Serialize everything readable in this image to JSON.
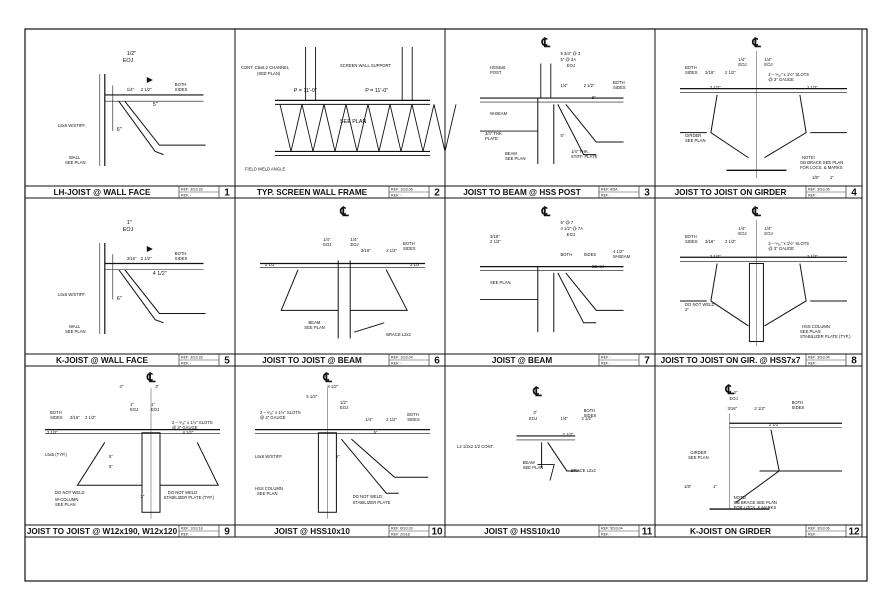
{
  "sheet": {
    "title": "Joist connection details sheet"
  },
  "details": [
    {
      "number": "1",
      "title": "LH-JOIST @ WALL FACE",
      "ref": [
        "REF: 3/S3.33",
        "REF: -"
      ],
      "kind": "wall",
      "notes": [
        "1/2\"",
        "EOJ",
        "BOTH",
        "SIDES",
        "1/4\"",
        "2 1/2\"",
        "5\"",
        "L6x6 W/STIFF.",
        "6\"",
        "WALL",
        "SEE PLAN"
      ],
      "dims": []
    },
    {
      "number": "2",
      "title": "TYP. SCREEN WALL FRAME",
      "ref": [
        "REF: 1/S3.06",
        "REF: -"
      ],
      "kind": "truss",
      "notes": [
        "CONT. C6x8.2 CHANNEL",
        "(SEE PLAN)",
        "SCREEN WALL SUPPORT",
        "P = 11'-0\"",
        "P = 11'-0\"",
        "SEE PLAN",
        "FIELD WELD ANGLE"
      ],
      "dims": []
    },
    {
      "number": "3",
      "title": "JOIST TO BEAM @ HSS POST",
      "ref": [
        "REF: 8/5A",
        "REF: -"
      ],
      "kind": "post",
      "notes": [
        "5 3/4\" @ 3",
        "5\" @ 3A",
        "EOJ",
        "HSS6x6",
        "POST",
        "1/4\"",
        "2 1/2\"",
        "BOTH",
        "SIDES",
        "5\"",
        "W-BEAM",
        "3/4\" THK.",
        "PLATE",
        "5\"",
        "BEAM",
        "SEE PLAN",
        "1/4\" THK.",
        "STIFF. PLATE"
      ],
      "dims": []
    },
    {
      "number": "4",
      "title": "JOIST TO JOIST ON GIRDER",
      "ref": [
        "REF: 3/S3.06",
        "REF: -"
      ],
      "kind": "girder",
      "notes": [
        "BOTH",
        "SIDES",
        "3/16\"",
        "2 1/2\"",
        "1/4\"",
        "EOJ",
        "1/4\"",
        "EOJ",
        "2 – ⁵⁄₁₆\" x 1½\" SLOTS",
        "@ 3\" GAUGE",
        "2 1/2\"",
        "2 1/2\"",
        "GIRDER",
        "SEE PLAN",
        "NOTE!",
        "GB BRACE SEE PLAN",
        "FOR LOCS. & MARKS",
        "1/8\"",
        "1\""
      ],
      "dims": []
    },
    {
      "number": "5",
      "title": "K-JOIST @ WALL FACE",
      "ref": [
        "REF: 3/S3.33",
        "REF: -"
      ],
      "kind": "wall",
      "notes": [
        "1\"",
        "EOJ",
        "BOTH",
        "SIDES",
        "3/16\"",
        "2 1/2\"",
        "4 1/2\"",
        "L6x6 W/STIFF.",
        "6\"",
        "WALL",
        "SEE PLAN"
      ],
      "dims": []
    },
    {
      "number": "6",
      "title": "JOIST TO JOIST @ BEAM",
      "ref": [
        "REF: 1/S3.04",
        "REF: -"
      ],
      "kind": "beamjj",
      "notes": [
        "1/4\"",
        "EOJ",
        "1/4\"",
        "EOJ",
        "3/16\"",
        "2 1/2\"",
        "BOTH",
        "SIDES",
        "2 1/2\"",
        "2 1/2\"",
        "BEAM",
        "SEE PLAN",
        "BRACE L2x2"
      ],
      "dims": []
    },
    {
      "number": "7",
      "title": "JOIST @ BEAM",
      "ref": [
        "REF: -",
        "REF: -"
      ],
      "kind": "beam",
      "notes": [
        "5\" @ 7",
        "4 1/2\" @ 7A",
        "EOJ",
        "3/16\"",
        "2 1/2\"",
        "BOTH",
        "SIDES",
        "4 1/2\"",
        "W-BEAM",
        "BEAM",
        "SEE PLAN"
      ],
      "dims": []
    },
    {
      "number": "8",
      "title": "JOIST TO JOIST ON GIR. @ HSS7x7",
      "ref": [
        "REF: 3/S3.04",
        "REF: -"
      ],
      "kind": "hssgir",
      "notes": [
        "BOTH",
        "SIDES",
        "3/16\"",
        "2 1/2\"",
        "1/4\"",
        "EOJ",
        "1/4\"",
        "EOJ",
        "2 – ⁵⁄₁₆\" x 1½\" SLOTS",
        "@ 3\" GAUGE",
        "2 1/2\"",
        "2 1/2\"",
        "DO NOT WELD",
        "2\"",
        "HSS COLUMN",
        "SEE PLAN",
        "STABILIZER PLATE (TYP.)"
      ],
      "dims": []
    },
    {
      "number": "9",
      "title": "JOIST TO JOIST @ W12x190, W12x120",
      "ref": [
        "REF: 1/S3.18",
        "REF: -"
      ],
      "kind": "col",
      "notes": [
        "3\"",
        "3\"",
        "1\"",
        "EOJ",
        "1\"",
        "EOJ",
        "BOTH",
        "SIDES",
        "3/16\"",
        "2 1/2\"",
        "2 – ⁵⁄₁₆\" x 1½\" SLOTS",
        "@ 3\" GAUGE",
        "2 1/2\"",
        "4 1/2\"",
        "L5x5 (TYP.)",
        "5\"",
        "5\"",
        "DO NOT WELD",
        "DO NOT WELD",
        "W-COLUMN",
        "SEE PLAN",
        "2\"",
        "STABILIZER PLATE (TYP.)"
      ],
      "dims": []
    },
    {
      "number": "10",
      "title": "JOIST @ HSS10x10",
      "ref": [
        "REF: 6/S3.03",
        "REF: 2/S18"
      ],
      "kind": "hss",
      "notes": [
        "8 1/2\"",
        "5 1/2\"",
        "1/2\"",
        "EOJ",
        "2 – ⁵⁄₁₆\" x 1½\" SLOTS",
        "@ 4\" GAUGE",
        "1/4\"",
        "2 1/2\"",
        "BOTH",
        "SIDES",
        "5\"",
        "L6x6 W/STIFF.",
        "6\"",
        "HSS COLUMN",
        "SEE PLAN",
        "DO NOT WELD",
        "STABILIZER PLATE"
      ],
      "dims": []
    },
    {
      "number": "11",
      "title": "JOIST @ HSS10x10",
      "ref": [
        "REF: 5/S3.04",
        "REF: -"
      ],
      "kind": "small",
      "notes": [
        "3\"",
        "EOJ",
        "1/4\"",
        "2 1/2\"",
        "BOTH",
        "SIDES",
        "2 1/2\"",
        "L2 1/2x2 1/2 CONT.",
        "BEAM",
        "SEE PLAN",
        "BRACE L2x2"
      ],
      "dims": []
    },
    {
      "number": "12",
      "title": "K-JOIST ON GIRDER",
      "ref": [
        "REF: 3/S3.06",
        "REF: -"
      ],
      "kind": "half",
      "notes": [
        "2\"",
        "EOJ",
        "3/16\"",
        "2 1/2\"",
        "BOTH",
        "SIDES",
        "2 1/2\"",
        "GIRDER",
        "SEE PLAN",
        "1/8\"",
        "1\"",
        "NOTE!",
        "GB BRACE SEE PLAN",
        "FOR LOCS. & MARKS"
      ],
      "dims": []
    }
  ],
  "cl_symbol": "℄"
}
